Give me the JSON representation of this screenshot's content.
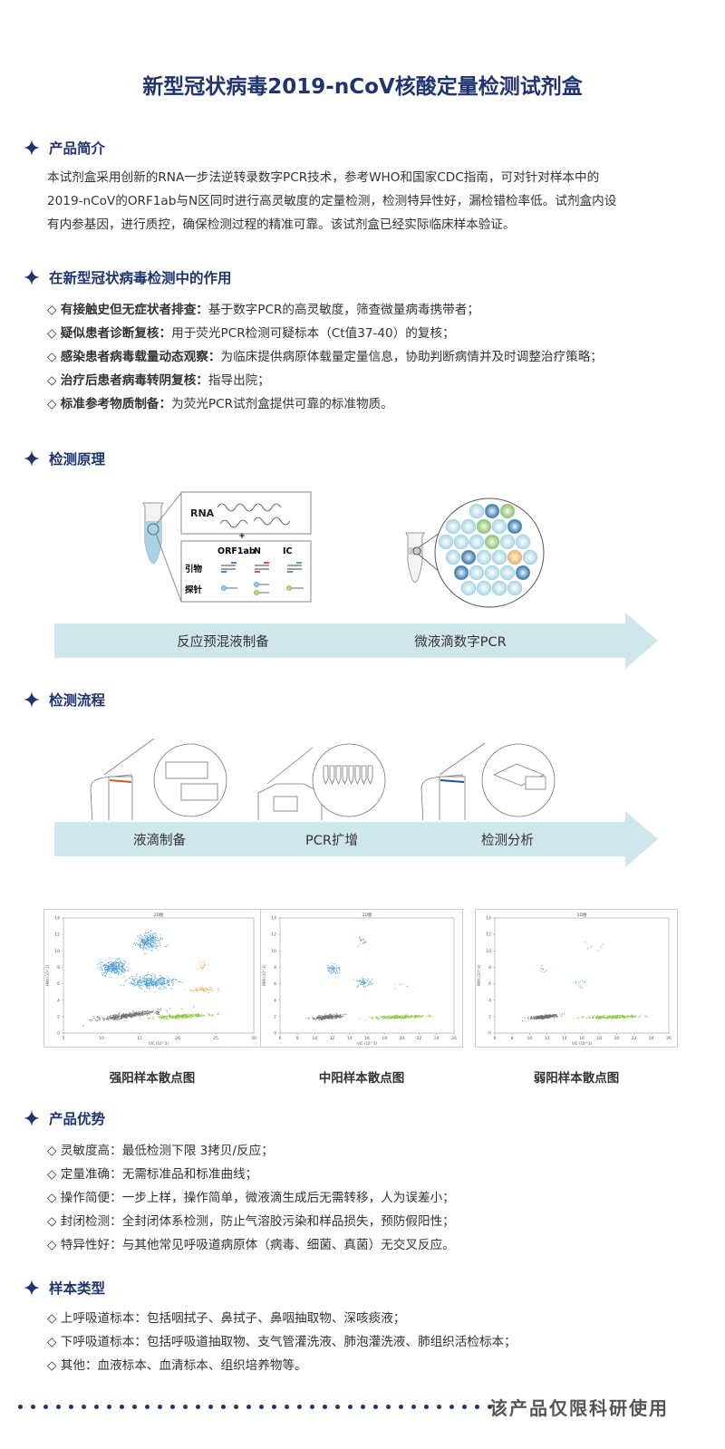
{
  "title": "新型冠状病毒2019-nCoV核酸定量检测试剂盒",
  "sections": {
    "intro": {
      "heading": "产品简介",
      "lines": [
        "本试剂盒采用创新的RNA一步法逆转录数字PCR技术，参考WHO和国家CDC指南，可对针对样本中的",
        "2019-nCoV的ORF1ab与N区同时进行高灵敏度的定量检测，检测特异性好，漏检错检率低。试剂盒内设",
        "有内参基因，进行质控，确保检测过程的精准可靠。该试剂盒已经实际临床样本验证。"
      ]
    },
    "role": {
      "heading": "在新型冠状病毒检测中的作用",
      "items": [
        {
          "bold": "有接触史但无症状者排查：",
          "text": "基于数字PCR的高灵敏度，筛查微量病毒携带者；"
        },
        {
          "bold": "疑似患者诊断复核：",
          "text": "用于荧光PCR检测可疑标本（Ct值37-40）的复核；"
        },
        {
          "bold": "感染患者病毒载量动态观察：",
          "text": "为临床提供病原体载量定量信息，协助判断病情并及时调整治疗策略；"
        },
        {
          "bold": "治疗后患者病毒转阴复核：",
          "text": "指导出院；"
        },
        {
          "bold": "标准参考物质制备：",
          "text": "为荧光PCR试剂盒提供可靠的标准物质。"
        }
      ]
    },
    "principle": {
      "heading": "检测原理",
      "diagram": {
        "rna": "RNA",
        "plus": "+",
        "cols": [
          "ORF1ab",
          "N",
          "IC"
        ],
        "primer": "引物",
        "probe": "探针"
      },
      "steps": [
        "反应预混液制备",
        "微液滴数字PCR"
      ]
    },
    "workflow": {
      "heading": "检测流程",
      "steps": [
        "液滴制备",
        "PCR扩增",
        "检测分析"
      ]
    },
    "advantages": {
      "heading": "产品优势",
      "items": [
        "◇ 灵敏度高：最低检测下限 3拷贝/反应；",
        "◇ 定量准确：无需标准品和标准曲线；",
        "◇ 操作简便：一步上样，操作简单，微液滴生成后无需转移，人为误差小；",
        "◇ 封闭检测：全封闭体系检测，防止气溶胶污染和样品损失，预防假阳性；",
        "◇ 特异性好：与其他常见呼吸道病原体（病毒、细菌、真菌）无交叉反应。"
      ]
    },
    "samples": {
      "heading": "样本类型",
      "items": [
        "◇ 上呼吸道标本：包括咽拭子、鼻拭子、鼻咽抽取物、深咳痰液；",
        "◇ 下呼吸道标本：包括呼吸道抽取物、支气管灌洗液、肺泡灌洗液、肺组织活检标本；",
        "◇ 其他：血液标本、血清标本、组织培养物等。"
      ]
    }
  },
  "footer": "该产品仅限科研使用",
  "colors": {
    "brand": "#1f3470",
    "band": "#cfe6ec",
    "fam": "#4a9ad8",
    "vic": "#8cc63f",
    "neg": "#707070",
    "dbl": "#f5a040"
  },
  "chart_data": [
    {
      "type": "scatter",
      "label": "强阳样本散点图",
      "title": "2D图",
      "xlabel": "VIC (10^3)",
      "ylabel": "FAM (10^3)",
      "xlim": [
        5,
        30
      ],
      "ylim": [
        0,
        14
      ],
      "xticks": [
        5,
        10,
        15,
        20,
        25,
        30
      ],
      "yticks": [
        0,
        2,
        4,
        6,
        8,
        10,
        12,
        14
      ],
      "clusters": [
        {
          "name": "negative",
          "x": 13.5,
          "y": 2.2,
          "sx": 2.2,
          "sy": 0.15,
          "n": 420,
          "color": "#707070",
          "tilt": 0.12
        },
        {
          "name": "VIC+",
          "x": 20.5,
          "y": 2.1,
          "sx": 1.8,
          "sy": 0.12,
          "n": 300,
          "color": "#8cc63f",
          "tilt": 0.05
        },
        {
          "name": "FAM+ 1",
          "x": 11.5,
          "y": 8.0,
          "sx": 0.9,
          "sy": 0.4,
          "n": 300,
          "color": "#4a9ad8",
          "tilt": 0
        },
        {
          "name": "FAM+ 2",
          "x": 16.5,
          "y": 6.3,
          "sx": 1.4,
          "sy": 0.4,
          "n": 350,
          "color": "#4a9ad8",
          "tilt": 0
        },
        {
          "name": "FAM+ 3",
          "x": 16.2,
          "y": 11.2,
          "sx": 0.8,
          "sy": 0.5,
          "n": 250,
          "color": "#4a9ad8",
          "tilt": 0
        },
        {
          "name": "double+ 1",
          "x": 23.5,
          "y": 5.3,
          "sx": 1.0,
          "sy": 0.15,
          "n": 60,
          "color": "#f5a040",
          "tilt": 0
        },
        {
          "name": "double+ 2",
          "x": 23.2,
          "y": 8.3,
          "sx": 0.3,
          "sy": 0.3,
          "n": 20,
          "color": "#f5a040",
          "tilt": 0
        }
      ]
    },
    {
      "type": "scatter",
      "label": "中阳样本散点图",
      "title": "2D图",
      "xlabel": "VIC (10^3)",
      "ylabel": "FAM (10^3)",
      "xlim": [
        6,
        26
      ],
      "ylim": [
        0,
        14
      ],
      "xticks": [
        6,
        8,
        10,
        12,
        14,
        16,
        18,
        20,
        22,
        24,
        26
      ],
      "yticks": [
        0,
        2,
        4,
        6,
        8,
        10,
        12,
        14
      ],
      "clusters": [
        {
          "name": "negative",
          "x": 11.5,
          "y": 2.0,
          "sx": 0.8,
          "sy": 0.12,
          "n": 250,
          "color": "#707070",
          "tilt": 0.1
        },
        {
          "name": "VIC+",
          "x": 19.5,
          "y": 2.0,
          "sx": 1.6,
          "sy": 0.1,
          "n": 250,
          "color": "#8cc63f",
          "tilt": 0.03
        },
        {
          "name": "FAM+ 1",
          "x": 12.0,
          "y": 7.8,
          "sx": 0.4,
          "sy": 0.3,
          "n": 60,
          "color": "#4a9ad8",
          "tilt": 0
        },
        {
          "name": "FAM+ 2",
          "x": 15.6,
          "y": 6.2,
          "sx": 0.4,
          "sy": 0.3,
          "n": 60,
          "color": "#4a9ad8",
          "tilt": 0
        },
        {
          "name": "FAM+ 3",
          "x": 15.3,
          "y": 11.3,
          "sx": 0.3,
          "sy": 0.3,
          "n": 20,
          "color": "#4a9ad8",
          "tilt": 0
        },
        {
          "name": "double+",
          "x": 19.5,
          "y": 5.7,
          "sx": 0.6,
          "sy": 0.2,
          "n": 8,
          "color": "#f5a040",
          "tilt": 0
        }
      ]
    },
    {
      "type": "scatter",
      "label": "弱阳样本散点图",
      "title": "2D图",
      "xlabel": "VIC (10^3)",
      "ylabel": "FAM (10^3)",
      "xlim": [
        6,
        26
      ],
      "ylim": [
        0,
        14
      ],
      "xticks": [
        6,
        8,
        10,
        12,
        14,
        16,
        18,
        20,
        22,
        24,
        26
      ],
      "yticks": [
        0,
        2,
        4,
        6,
        8,
        10,
        12,
        14
      ],
      "clusters": [
        {
          "name": "negative",
          "x": 11.5,
          "y": 2.0,
          "sx": 0.8,
          "sy": 0.12,
          "n": 250,
          "color": "#707070",
          "tilt": 0.1
        },
        {
          "name": "VIC+",
          "x": 19.5,
          "y": 2.0,
          "sx": 1.6,
          "sy": 0.1,
          "n": 250,
          "color": "#8cc63f",
          "tilt": 0.03
        },
        {
          "name": "FAM+ 1",
          "x": 11.8,
          "y": 7.8,
          "sx": 0.3,
          "sy": 0.3,
          "n": 8,
          "color": "#4a9ad8",
          "tilt": 0
        },
        {
          "name": "FAM+ 2",
          "x": 15.8,
          "y": 6.2,
          "sx": 0.3,
          "sy": 0.3,
          "n": 10,
          "color": "#4a9ad8",
          "tilt": 0
        },
        {
          "name": "FAM+ 3",
          "x": 17.0,
          "y": 10.5,
          "sx": 0.6,
          "sy": 0.3,
          "n": 6,
          "color": "#4a9ad8",
          "tilt": 0
        }
      ]
    }
  ]
}
